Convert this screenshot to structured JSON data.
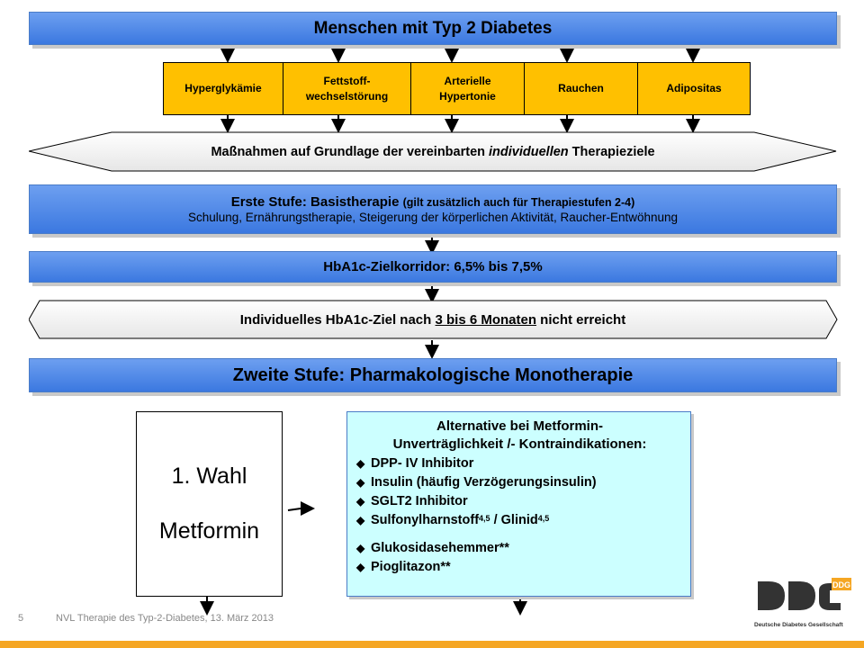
{
  "title": "Menschen mit Typ 2 Diabetes",
  "risk_factors": [
    {
      "label": "Hyperglykämie"
    },
    {
      "label": "Fettstoff-\nwechselstörung"
    },
    {
      "label": "Arterielle\nHypertonie"
    },
    {
      "label": "Rauchen"
    },
    {
      "label": "Adipositas"
    }
  ],
  "measures": {
    "prefix": "Maßnahmen auf Grundlage der vereinbarten ",
    "emphasis": "individuellen",
    "suffix": " Therapieziele"
  },
  "first_stage": {
    "title": "Erste Stufe: Basistherapie",
    "note": "(gilt zusätzlich auch für Therapiestufen 2-4)",
    "description": "Schulung, Ernährungstherapie, Steigerung der körperlichen Aktivität, Raucher-Entwöhnung"
  },
  "target_corridor": "HbA1c-Zielkorridor: 6,5% bis 7,5%",
  "not_reached": {
    "prefix": "Individuelles HbA1c-Ziel nach ",
    "underlined": "3 bis 6 Monaten",
    "suffix": " nicht erreicht"
  },
  "second_stage": "Zweite Stufe: Pharmakologische Monotherapie",
  "first_choice": {
    "line1": "1. Wahl",
    "line2": "Metformin"
  },
  "alternative": {
    "title": "Alternative bei Metformin-\nUnverträglichkeit /- Kontraindikationen:",
    "bullet_symbol": "◆",
    "items": [
      {
        "text": "DPP- IV Inhibitor"
      },
      {
        "text": "Insulin (häufig Verzögerungsinsulin)"
      },
      {
        "text": "SGLT2 Inhibitor"
      },
      {
        "text": "Sulfonylharnstoff",
        "sup": "4,5",
        "text2": " /  Glinid",
        "sup2": "4,5"
      },
      {
        "text": "Glukosidasehemmer**"
      },
      {
        "text": "Pioglitazon**"
      }
    ]
  },
  "footer": {
    "page_number": "5",
    "text": "NVL Therapie des Typ-2-Diabetes, 13. März 2013"
  },
  "logo": {
    "letters": "DDG",
    "name": "Deutsche Diabetes Gesellschaft"
  },
  "colors": {
    "blue_box": "#4f86e8",
    "yellow_box": "#ffc000",
    "cyan_box": "#ccffff",
    "footer_bar": "#f5a623",
    "arrow": "#000000"
  }
}
